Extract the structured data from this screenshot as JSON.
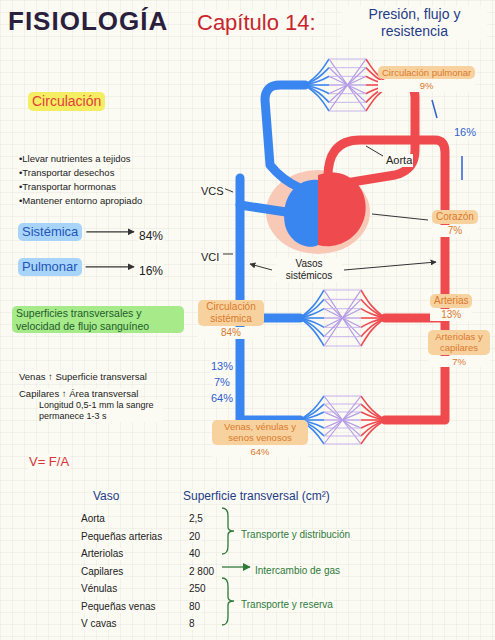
{
  "diagram": {
    "title": "FISIOLOGÍA",
    "nodes": [
      {
        "text": [
          "Circulación pulmonar",
          "9%"
        ]
      },
      {
        "text": [
          "Circulación"
        ]
      },
      {
        "text": [
          "Corazón",
          "7%"
        ]
      },
      {
        "text": [
          "Sistémica"
        ]
      },
      {
        "text": [
          "Pulmonar"
        ]
      },
      {
        "text": [
          "Arterias",
          "13%"
        ]
      },
      {
        "text": [
          "Superficies transversales y velocidad de flujo sanguíneo"
        ]
      },
      {
        "text": [
          "Circulación sistémica",
          "84%"
        ]
      },
      {
        "text": [
          "Arteriolas y capilares",
          "7%"
        ]
      },
      {
        "text": [
          "Venas, vénulas y senos venosos",
          "64%"
        ]
      }
    ],
    "labels": [
      "Capítulo 14:",
      "Presión, flujo y resistencia",
      "16%",
      "Aorta",
      "VCS",
      "VCI",
      "Vasos sistémicos",
      "•Llevar nutrientes a tejidos",
      "•Transportar desechos",
      "•Transportar hormonas",
      "•Mantener entorno apropiado",
      "84%",
      "16%",
      "13%",
      "7%",
      "64%",
      "Venas ↑ Superficie transversal",
      "Capilares ↑ Área transversal",
      "Longitud 0,5-1 mm la sangre permanece 1-3 s",
      "V= F/A",
      "Vaso",
      "Superficie transversal (cm²)",
      "Aorta",
      "2,5",
      "Pequeñas arterias",
      "20",
      "Arteriolas",
      "40",
      "Capilares",
      "2 800",
      "Vénulas",
      "250",
      "Pequeñas venas",
      "80",
      "V cavas",
      "8",
      "Transporte y distribución",
      "Intercambio de gas",
      "Transporte y reserva"
    ]
  }
}
